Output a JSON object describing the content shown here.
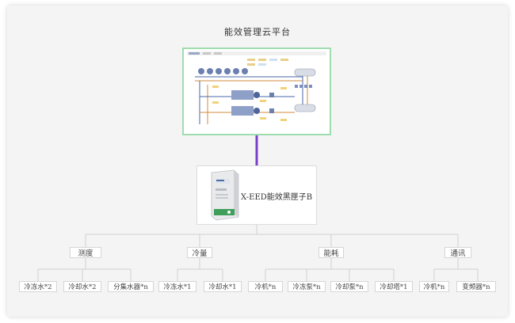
{
  "title": "能效管理云平台",
  "device": {
    "label": "X-EED能效黑匣子B"
  },
  "categories": [
    {
      "label": "测度",
      "leaves": [
        "冷冻水*2",
        "冷却水*2",
        "分集水器*n"
      ]
    },
    {
      "label": "冷量",
      "leaves": [
        "冷冻水*1",
        "冷却水*1"
      ]
    },
    {
      "label": "能耗",
      "leaves": [
        "冷机*n",
        "冷冻泵*n",
        "冷却泵*n",
        "冷却塔*1"
      ]
    },
    {
      "label": "通讯",
      "leaves": [
        "冷机*n",
        "变频器*n"
      ]
    }
  ],
  "colors": {
    "screenshot_border": "#9fdcae",
    "connector": "#7a3fc8",
    "line": "#cfcfcf"
  }
}
